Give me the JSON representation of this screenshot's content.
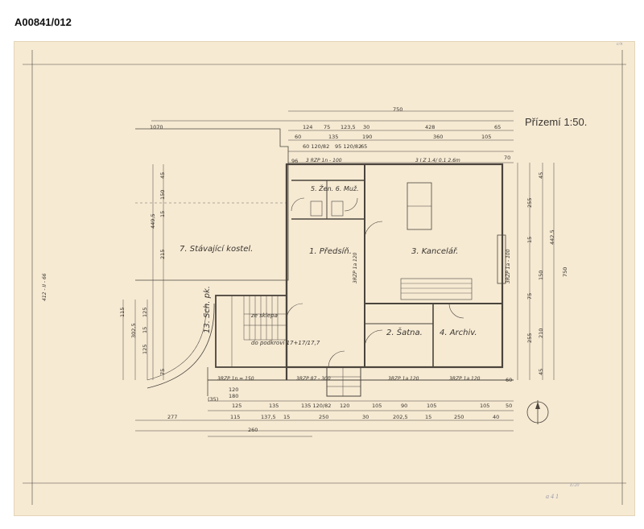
{
  "header": {
    "archive_id": "A00841/012"
  },
  "plan": {
    "title": "Přízemí 1:50.",
    "rooms": [
      {
        "id": "kostel",
        "label": "7. Stávající kostel."
      },
      {
        "id": "predsin",
        "label": "1. Předsíň."
      },
      {
        "id": "kancelar",
        "label": "3. Kancelář."
      },
      {
        "id": "satna",
        "label": "2. Šatna."
      },
      {
        "id": "archiv",
        "label": "4. Archiv."
      },
      {
        "id": "schodiste",
        "label": "13. Sch. pk."
      },
      {
        "id": "wc",
        "label": "5. Žen. 6. Muž."
      }
    ],
    "notes": {
      "ze_sklepa": "ze sklepa",
      "do_podkrovi": "do podkroví 17+17/17,7",
      "window_top": "3 I Z 1.4/ 0.1 2.6m",
      "rzp_top": "3 RZP 1n - 100",
      "rzp_bottom_1": "3RZP 1n = 150",
      "rzp_bottom_2": "3RZP 87 - 300",
      "rzp_bottom_3": "3RZP 1a 120",
      "rzp_bottom_4": "3RZP 1a 120",
      "rzp_right": "3RZP 1a - 100",
      "rzp_corridor": "3RZP 1a 120",
      "sheet_side_code": "412 - II - 66"
    },
    "dims_top": [
      "1070",
      "750",
      "124",
      "75",
      "123,5",
      "30",
      "428",
      "65",
      "60",
      "135",
      "190",
      "360",
      "105",
      "70",
      "60 120/82",
      "95 120/82",
      "65",
      "96"
    ],
    "dims_bottom": [
      "125",
      "135",
      "135 120/82",
      "120",
      "105",
      "90",
      "105",
      "105",
      "50",
      "277",
      "115",
      "137,5",
      "15",
      "250",
      "30",
      "202,5",
      "15",
      "250",
      "40",
      "260",
      "(35)",
      "180",
      "120"
    ],
    "dims_left": [
      "449,5",
      "45",
      "150",
      "15",
      "215",
      "115",
      "302,5",
      "125",
      "125",
      "15",
      "75"
    ],
    "dims_right": [
      "255",
      "15",
      "150",
      "75",
      "442,5",
      "750",
      "255",
      "210",
      "45",
      "45",
      "60"
    ],
    "pencil_marks": [
      "a 4 1",
      "E/20",
      "c/n"
    ]
  }
}
